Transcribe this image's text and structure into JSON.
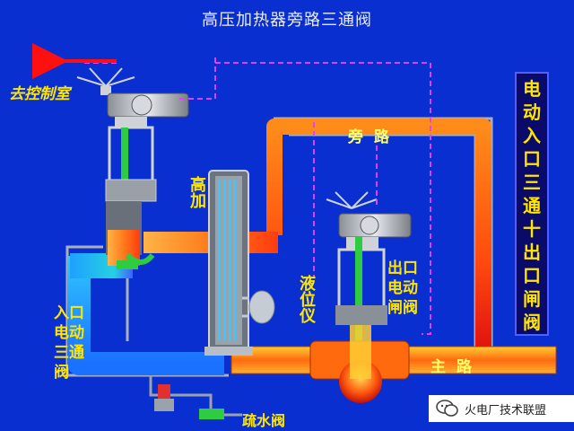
{
  "title": "高压加热器旁路三通阀",
  "labels": {
    "to_control_room": "去控制室",
    "hp_heater": "高加",
    "inlet_valve": "入口电动三通阀",
    "level_gauge": "液位仪",
    "outlet_valve": "出口电动闸阀",
    "bypass": "旁路",
    "main_line": "主路",
    "drain_valve": "疏水阀"
  },
  "side_note": "电动入口三通十出口闸阀",
  "watermark": "火电厂技术联盟",
  "colors": {
    "background": "#0a2fd0",
    "label_yellow": "#ffe600",
    "pipe_orange": "#ff7a1a",
    "pipe_blue": "#2aa8ff",
    "pipe_red": "#e01010"
  }
}
